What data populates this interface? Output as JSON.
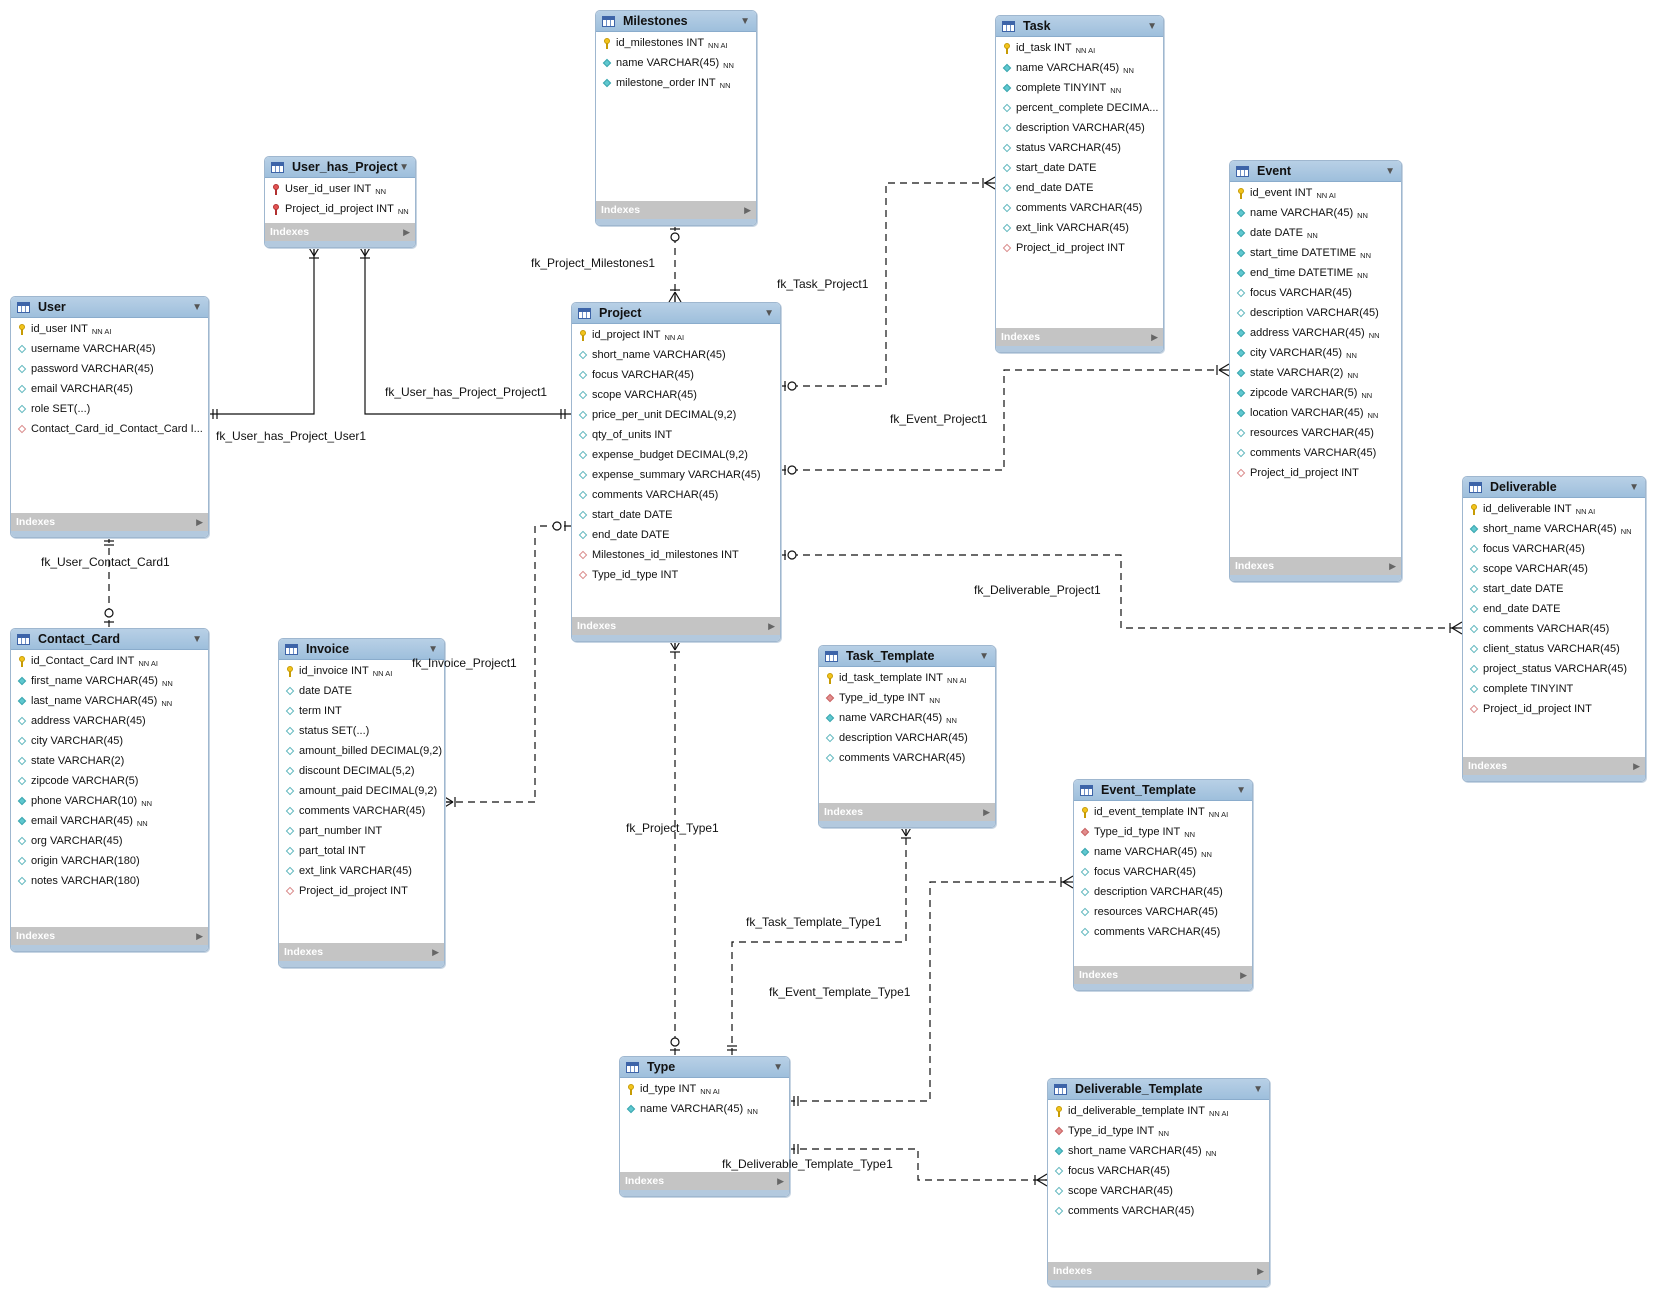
{
  "tables": {
    "milestones": {
      "title": "Milestones",
      "indexes_label": "Indexes",
      "cols": [
        {
          "name": "id_milestones INT",
          "flags": "NN AI",
          "mark": "pk"
        },
        {
          "name": "name VARCHAR(45)",
          "flags": "NN",
          "mark": "nn"
        },
        {
          "name": "milestone_order INT",
          "flags": "NN",
          "mark": "nn"
        }
      ]
    },
    "task": {
      "title": "Task",
      "indexes_label": "Indexes",
      "cols": [
        {
          "name": "id_task INT",
          "flags": "NN AI",
          "mark": "pk"
        },
        {
          "name": "name VARCHAR(45)",
          "flags": "NN",
          "mark": "nn"
        },
        {
          "name": "complete TINYINT",
          "flags": "NN",
          "mark": "nn"
        },
        {
          "name": "percent_complete DECIMA...",
          "flags": "",
          "mark": "plain"
        },
        {
          "name": "description VARCHAR(45)",
          "flags": "",
          "mark": "plain"
        },
        {
          "name": "status VARCHAR(45)",
          "flags": "",
          "mark": "plain"
        },
        {
          "name": "start_date DATE",
          "flags": "",
          "mark": "plain"
        },
        {
          "name": "end_date DATE",
          "flags": "",
          "mark": "plain"
        },
        {
          "name": "comments VARCHAR(45)",
          "flags": "",
          "mark": "plain"
        },
        {
          "name": "ext_link VARCHAR(45)",
          "flags": "",
          "mark": "plain"
        },
        {
          "name": "Project_id_project INT",
          "flags": "",
          "mark": "fk"
        }
      ]
    },
    "user_has_project": {
      "title": "User_has_Project",
      "indexes_label": "Indexes",
      "cols": [
        {
          "name": "User_id_user INT",
          "flags": "NN",
          "mark": "pkfk"
        },
        {
          "name": "Project_id_project INT",
          "flags": "NN",
          "mark": "pkfk"
        }
      ]
    },
    "event": {
      "title": "Event",
      "indexes_label": "Indexes",
      "cols": [
        {
          "name": "id_event INT",
          "flags": "NN AI",
          "mark": "pk"
        },
        {
          "name": "name VARCHAR(45)",
          "flags": "NN",
          "mark": "nn"
        },
        {
          "name": "date DATE",
          "flags": "NN",
          "mark": "nn"
        },
        {
          "name": "start_time DATETIME",
          "flags": "NN",
          "mark": "nn"
        },
        {
          "name": "end_time DATETIME",
          "flags": "NN",
          "mark": "nn"
        },
        {
          "name": "focus VARCHAR(45)",
          "flags": "",
          "mark": "plain"
        },
        {
          "name": "description VARCHAR(45)",
          "flags": "",
          "mark": "plain"
        },
        {
          "name": "address VARCHAR(45)",
          "flags": "NN",
          "mark": "nn"
        },
        {
          "name": "city VARCHAR(45)",
          "flags": "NN",
          "mark": "nn"
        },
        {
          "name": "state VARCHAR(2)",
          "flags": "NN",
          "mark": "nn"
        },
        {
          "name": "zipcode VARCHAR(5)",
          "flags": "NN",
          "mark": "nn"
        },
        {
          "name": "location VARCHAR(45)",
          "flags": "NN",
          "mark": "nn"
        },
        {
          "name": "resources VARCHAR(45)",
          "flags": "",
          "mark": "plain"
        },
        {
          "name": "comments VARCHAR(45)",
          "flags": "",
          "mark": "plain"
        },
        {
          "name": "Project_id_project INT",
          "flags": "",
          "mark": "fk"
        }
      ]
    },
    "user": {
      "title": "User",
      "indexes_label": "Indexes",
      "cols": [
        {
          "name": "id_user INT",
          "flags": "NN AI",
          "mark": "pk"
        },
        {
          "name": "username VARCHAR(45)",
          "flags": "",
          "mark": "plain"
        },
        {
          "name": "password VARCHAR(45)",
          "flags": "",
          "mark": "plain"
        },
        {
          "name": "email VARCHAR(45)",
          "flags": "",
          "mark": "plain"
        },
        {
          "name": "role SET(...)",
          "flags": "",
          "mark": "plain"
        },
        {
          "name": "Contact_Card_id_Contact_Card I...",
          "flags": "",
          "mark": "fk"
        }
      ]
    },
    "project": {
      "title": "Project",
      "indexes_label": "Indexes",
      "cols": [
        {
          "name": "id_project INT",
          "flags": "NN AI",
          "mark": "pk"
        },
        {
          "name": "short_name VARCHAR(45)",
          "flags": "",
          "mark": "plain"
        },
        {
          "name": "focus VARCHAR(45)",
          "flags": "",
          "mark": "plain"
        },
        {
          "name": "scope VARCHAR(45)",
          "flags": "",
          "mark": "plain"
        },
        {
          "name": "price_per_unit DECIMAL(9,2)",
          "flags": "",
          "mark": "plain"
        },
        {
          "name": "qty_of_units INT",
          "flags": "",
          "mark": "plain"
        },
        {
          "name": "expense_budget DECIMAL(9,2)",
          "flags": "",
          "mark": "plain"
        },
        {
          "name": "expense_summary VARCHAR(45)",
          "flags": "",
          "mark": "plain"
        },
        {
          "name": "comments VARCHAR(45)",
          "flags": "",
          "mark": "plain"
        },
        {
          "name": "start_date DATE",
          "flags": "",
          "mark": "plain"
        },
        {
          "name": "end_date DATE",
          "flags": "",
          "mark": "plain"
        },
        {
          "name": "Milestones_id_milestones INT",
          "flags": "",
          "mark": "fk"
        },
        {
          "name": "Type_id_type INT",
          "flags": "",
          "mark": "fk"
        }
      ]
    },
    "deliverable": {
      "title": "Deliverable",
      "indexes_label": "Indexes",
      "cols": [
        {
          "name": "id_deliverable INT",
          "flags": "NN AI",
          "mark": "pk"
        },
        {
          "name": "short_name VARCHAR(45)",
          "flags": "NN",
          "mark": "nn"
        },
        {
          "name": "focus VARCHAR(45)",
          "flags": "",
          "mark": "plain"
        },
        {
          "name": "scope VARCHAR(45)",
          "flags": "",
          "mark": "plain"
        },
        {
          "name": "start_date DATE",
          "flags": "",
          "mark": "plain"
        },
        {
          "name": "end_date DATE",
          "flags": "",
          "mark": "plain"
        },
        {
          "name": "comments VARCHAR(45)",
          "flags": "",
          "mark": "plain"
        },
        {
          "name": "client_status VARCHAR(45)",
          "flags": "",
          "mark": "plain"
        },
        {
          "name": "project_status VARCHAR(45)",
          "flags": "",
          "mark": "plain"
        },
        {
          "name": "complete TINYINT",
          "flags": "",
          "mark": "plain"
        },
        {
          "name": "Project_id_project INT",
          "flags": "",
          "mark": "fk"
        }
      ]
    },
    "contact_card": {
      "title": "Contact_Card",
      "indexes_label": "Indexes",
      "cols": [
        {
          "name": "id_Contact_Card INT",
          "flags": "NN AI",
          "mark": "pk"
        },
        {
          "name": "first_name VARCHAR(45)",
          "flags": "NN",
          "mark": "nn"
        },
        {
          "name": "last_name VARCHAR(45)",
          "flags": "NN",
          "mark": "nn"
        },
        {
          "name": "address VARCHAR(45)",
          "flags": "",
          "mark": "plain"
        },
        {
          "name": "city VARCHAR(45)",
          "flags": "",
          "mark": "plain"
        },
        {
          "name": "state VARCHAR(2)",
          "flags": "",
          "mark": "plain"
        },
        {
          "name": "zipcode VARCHAR(5)",
          "flags": "",
          "mark": "plain"
        },
        {
          "name": "phone VARCHAR(10)",
          "flags": "NN",
          "mark": "nn"
        },
        {
          "name": "email VARCHAR(45)",
          "flags": "NN",
          "mark": "nn"
        },
        {
          "name": "org VARCHAR(45)",
          "flags": "",
          "mark": "plain"
        },
        {
          "name": "origin VARCHAR(180)",
          "flags": "",
          "mark": "plain"
        },
        {
          "name": "notes VARCHAR(180)",
          "flags": "",
          "mark": "plain"
        }
      ]
    },
    "invoice": {
      "title": "Invoice",
      "indexes_label": "Indexes",
      "cols": [
        {
          "name": "id_invoice INT",
          "flags": "NN AI",
          "mark": "pk"
        },
        {
          "name": "date DATE",
          "flags": "",
          "mark": "plain"
        },
        {
          "name": "term INT",
          "flags": "",
          "mark": "plain"
        },
        {
          "name": "status SET(...)",
          "flags": "",
          "mark": "plain"
        },
        {
          "name": "amount_billed DECIMAL(9,2)",
          "flags": "",
          "mark": "plain"
        },
        {
          "name": "discount DECIMAL(5,2)",
          "flags": "",
          "mark": "plain"
        },
        {
          "name": "amount_paid DECIMAL(9,2)",
          "flags": "",
          "mark": "plain"
        },
        {
          "name": "comments VARCHAR(45)",
          "flags": "",
          "mark": "plain"
        },
        {
          "name": "part_number INT",
          "flags": "",
          "mark": "plain"
        },
        {
          "name": "part_total INT",
          "flags": "",
          "mark": "plain"
        },
        {
          "name": "ext_link VARCHAR(45)",
          "flags": "",
          "mark": "plain"
        },
        {
          "name": "Project_id_project INT",
          "flags": "",
          "mark": "fk"
        }
      ]
    },
    "task_template": {
      "title": "Task_Template",
      "indexes_label": "Indexes",
      "cols": [
        {
          "name": "id_task_template INT",
          "flags": "NN AI",
          "mark": "pk"
        },
        {
          "name": "Type_id_type INT",
          "flags": "NN",
          "mark": "fkf"
        },
        {
          "name": "name VARCHAR(45)",
          "flags": "NN",
          "mark": "nn"
        },
        {
          "name": "description VARCHAR(45)",
          "flags": "",
          "mark": "plain"
        },
        {
          "name": "comments VARCHAR(45)",
          "flags": "",
          "mark": "plain"
        }
      ]
    },
    "event_template": {
      "title": "Event_Template",
      "indexes_label": "Indexes",
      "cols": [
        {
          "name": "id_event_template INT",
          "flags": "NN AI",
          "mark": "pk"
        },
        {
          "name": "Type_id_type INT",
          "flags": "NN",
          "mark": "fkf"
        },
        {
          "name": "name VARCHAR(45)",
          "flags": "NN",
          "mark": "nn"
        },
        {
          "name": "focus VARCHAR(45)",
          "flags": "",
          "mark": "plain"
        },
        {
          "name": "description VARCHAR(45)",
          "flags": "",
          "mark": "plain"
        },
        {
          "name": "resources VARCHAR(45)",
          "flags": "",
          "mark": "plain"
        },
        {
          "name": "comments VARCHAR(45)",
          "flags": "",
          "mark": "plain"
        }
      ]
    },
    "type": {
      "title": "Type",
      "indexes_label": "Indexes",
      "cols": [
        {
          "name": "id_type INT",
          "flags": "NN AI",
          "mark": "pk"
        },
        {
          "name": "name VARCHAR(45)",
          "flags": "NN",
          "mark": "nn"
        }
      ]
    },
    "deliverable_template": {
      "title": "Deliverable_Template",
      "indexes_label": "Indexes",
      "cols": [
        {
          "name": "id_deliverable_template INT",
          "flags": "NN AI",
          "mark": "pk"
        },
        {
          "name": "Type_id_type INT",
          "flags": "NN",
          "mark": "fkf"
        },
        {
          "name": "short_name VARCHAR(45)",
          "flags": "NN",
          "mark": "nn"
        },
        {
          "name": "focus VARCHAR(45)",
          "flags": "",
          "mark": "plain"
        },
        {
          "name": "scope VARCHAR(45)",
          "flags": "",
          "mark": "plain"
        },
        {
          "name": "comments VARCHAR(45)",
          "flags": "",
          "mark": "plain"
        }
      ]
    }
  },
  "relationships": {
    "fk_project_milestones1": "fk_Project_Milestones1",
    "fk_task_project1": "fk_Task_Project1",
    "fk_user_has_project_project1": "fk_User_has_Project_Project1",
    "fk_user_has_project_user1": "fk_User_has_Project_User1",
    "fk_event_project1": "fk_Event_Project1",
    "fk_user_contact_card1": "fk_User_Contact_Card1",
    "fk_invoice_project1": "fk_Invoice_Project1",
    "fk_deliverable_project1": "fk_Deliverable_Project1",
    "fk_project_type1": "fk_Project_Type1",
    "fk_task_template_type1": "fk_Task_Template_Type1",
    "fk_event_template_type1": "fk_Event_Template_Type1",
    "fk_deliverable_template_type1": "fk_Deliverable_Template_Type1"
  }
}
